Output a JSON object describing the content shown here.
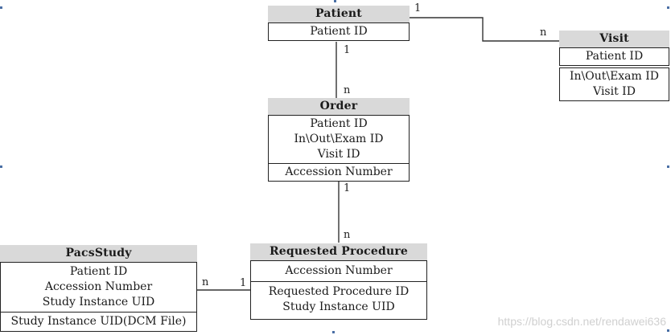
{
  "entities": {
    "patient": {
      "title": "Patient",
      "sections": [
        [
          "Patient ID"
        ]
      ]
    },
    "visit": {
      "title": "Visit",
      "sections": [
        [
          "Patient ID"
        ],
        [
          "In\\Out\\Exam ID",
          "Visit ID"
        ]
      ]
    },
    "order": {
      "title": "Order",
      "sections": [
        [
          "Patient ID",
          "In\\Out\\Exam ID",
          "Visit ID"
        ],
        [
          "Accession Number"
        ]
      ]
    },
    "requested_procedure": {
      "title": "Requested Procedure",
      "sections": [
        [
          "Accession Number"
        ],
        [
          "Requested Procedure ID",
          "Study Instance UID"
        ]
      ]
    },
    "pacs_study": {
      "title": "PacsStudy",
      "sections": [
        [
          "Patient ID",
          "Accession Number",
          "Study Instance UID"
        ],
        [
          "Study Instance UID(DCM File)"
        ]
      ]
    }
  },
  "cardinalities": {
    "patient_visit_one": "1",
    "patient_visit_many": "n",
    "patient_order_one": "1",
    "patient_order_many": "n",
    "order_reqproc_one": "1",
    "order_reqproc_many": "n",
    "pacs_reqproc_many": "n",
    "pacs_reqproc_one": "1"
  },
  "watermark": "https://blog.csdn.net/rendawei636"
}
